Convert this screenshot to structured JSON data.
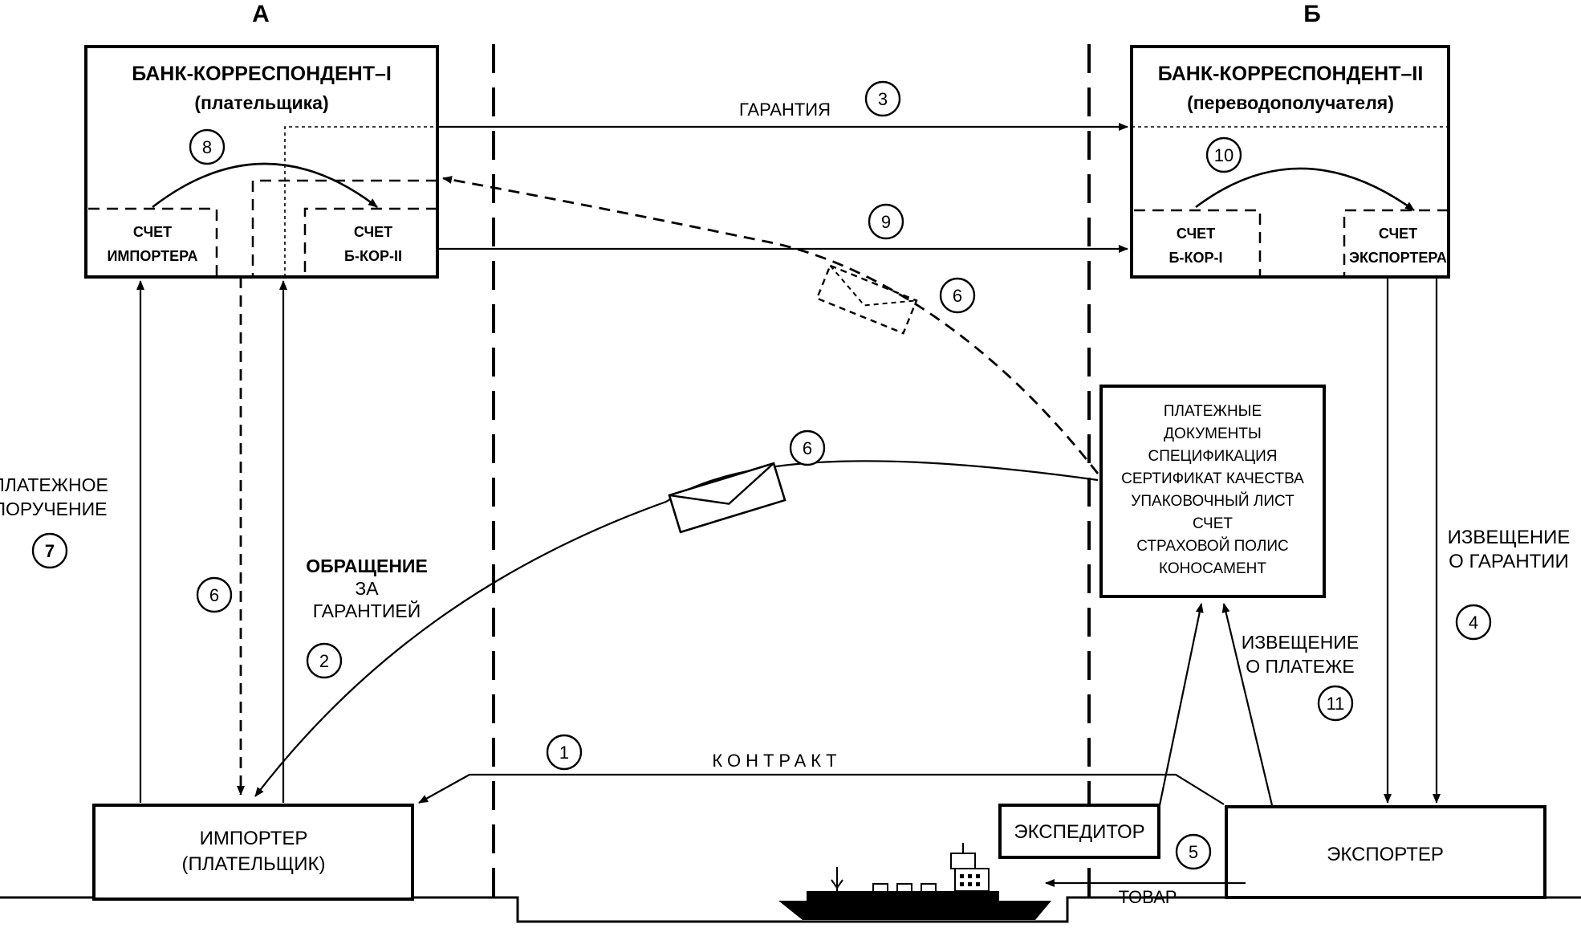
{
  "side_a": "А",
  "side_b": "Б",
  "bank1": {
    "title": "БАНК-КОРРЕСПОНДЕНТ–I",
    "subtitle": "(плательщика)",
    "account1": [
      "СЧЕТ",
      "ИМПОРТЕРА"
    ],
    "account2": [
      "СЧЕТ",
      "Б-КОР-II"
    ]
  },
  "bank2": {
    "title": "БАНК-КОРРЕСПОНДЕНТ–II",
    "subtitle": "(переводополучателя)",
    "account1": [
      "СЧЕТ",
      "Б-КОР-I"
    ],
    "account2": [
      "СЧЕТ",
      "ЭКСПОРТЕРА"
    ]
  },
  "importer": [
    "ИМПОРТЕР",
    "(ПЛАТЕЛЬЩИК)"
  ],
  "exporter": "ЭКСПОРТЕР",
  "forwarder": "ЭКСПЕДИТОР",
  "documents": [
    "ПЛАТЕЖНЫЕ",
    "ДОКУМЕНТЫ",
    "СПЕЦИФИКАЦИЯ",
    "СЕРТИФИКАТ КАЧЕСТВА",
    "УПАКОВОЧНЫЙ ЛИСТ",
    "СЧЕТ",
    "СТРАХОВОЙ ПОЛИС",
    "КОНОСАМЕНТ"
  ],
  "labels": {
    "guarantee": "ГАРАНТИЯ",
    "contract": "КОНТРАКТ",
    "goods": "ТОВАР",
    "payment_order": [
      "ПЛАТЕЖНОЕ",
      "ПОРУЧЕНИЕ"
    ],
    "guarantee_request": [
      "ОБРАЩЕНИЕ",
      "ЗА",
      "ГАРАНТИЕЙ"
    ],
    "guarantee_notice": [
      "ИЗВЕЩЕНИЕ",
      "О ГАРАНТИИ"
    ],
    "payment_notice": [
      "ИЗВЕЩЕНИЕ",
      "О ПЛАТЕЖЕ"
    ]
  },
  "steps": [
    "1",
    "2",
    "3",
    "4",
    "5",
    "6",
    "6",
    "6",
    "7",
    "8",
    "9",
    "10",
    "11"
  ]
}
